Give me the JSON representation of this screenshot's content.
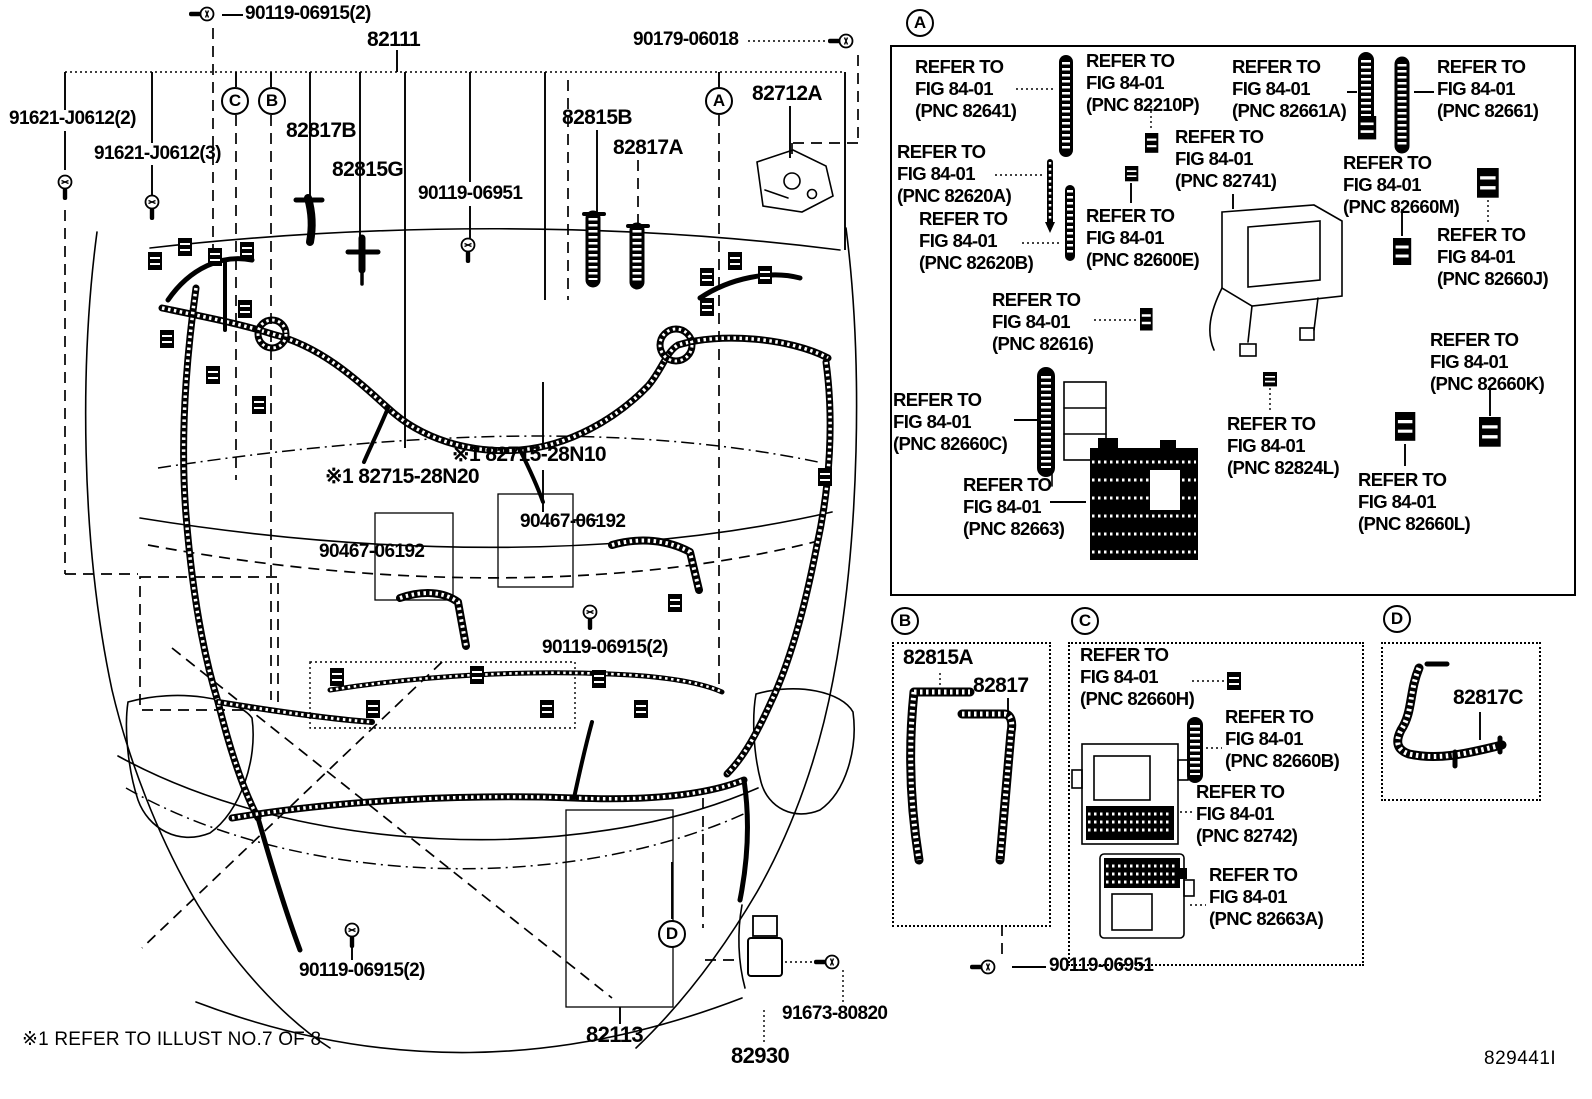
{
  "page": {
    "footnote": "※1 REFER TO ILLUST NO.7 OF 8",
    "drawing_code": "829441I"
  },
  "main": {
    "labels": [
      {
        "id": "bolt-top",
        "text": "90119-06915(2)"
      },
      {
        "id": "harness-82111",
        "text": "82111"
      },
      {
        "id": "clip-90179",
        "text": "90179-06018"
      },
      {
        "id": "bracket-82712a",
        "text": "82712A"
      },
      {
        "id": "bolt-91621-2",
        "text": "91621-J0612(2)"
      },
      {
        "id": "bolt-91621-3",
        "text": "91621-J0612(3)"
      },
      {
        "id": "part-82817b",
        "text": "82817B"
      },
      {
        "id": "part-82815b",
        "text": "82815B"
      },
      {
        "id": "part-82815g",
        "text": "82815G"
      },
      {
        "id": "part-82817a",
        "text": "82817A"
      },
      {
        "id": "bolt-90119-06951",
        "text": "90119-06951"
      },
      {
        "id": "part-82715-28n10",
        "text": "※1 82715-28N10"
      },
      {
        "id": "part-82715-28n20",
        "text": "※1 82715-28N20"
      },
      {
        "id": "part-90467-upper",
        "text": "90467-06192"
      },
      {
        "id": "part-90467-lower",
        "text": "90467-06192"
      },
      {
        "id": "bolt-mid",
        "text": "90119-06915(2)"
      },
      {
        "id": "bolt-bottom-left",
        "text": "90119-06915(2)"
      },
      {
        "id": "part-82113",
        "text": "82113"
      },
      {
        "id": "part-82930",
        "text": "82930"
      },
      {
        "id": "bolt-91673",
        "text": "91673-80820"
      },
      {
        "id": "bolt-panel-b",
        "text": "90119-06951"
      }
    ],
    "markers": [
      {
        "letter": "C"
      },
      {
        "letter": "B"
      },
      {
        "letter": "A"
      },
      {
        "letter": "D"
      }
    ]
  },
  "panels": {
    "a": {
      "letter": "A",
      "refs": [
        {
          "lines": [
            "REFER TO",
            "FIG 84-01",
            "(PNC 82641)"
          ]
        },
        {
          "lines": [
            "REFER TO",
            "FIG 84-01",
            "(PNC 82210P)"
          ]
        },
        {
          "lines": [
            "REFER TO",
            "FIG 84-01",
            "(PNC 82661A)"
          ]
        },
        {
          "lines": [
            "REFER TO",
            "FIG 84-01",
            "(PNC 82661)"
          ]
        },
        {
          "lines": [
            "REFER TO",
            "FIG 84-01",
            "(PNC 82620A)"
          ]
        },
        {
          "lines": [
            "REFER TO",
            "FIG 84-01",
            "(PNC 82741)"
          ]
        },
        {
          "lines": [
            "REFER TO",
            "FIG 84-01",
            "(PNC 82660M)"
          ]
        },
        {
          "lines": [
            "REFER TO",
            "FIG 84-01",
            "(PNC 82620B)"
          ]
        },
        {
          "lines": [
            "REFER TO",
            "FIG 84-01",
            "(PNC 82600E)"
          ]
        },
        {
          "lines": [
            "REFER TO",
            "FIG 84-01",
            "(PNC 82660J)"
          ]
        },
        {
          "lines": [
            "REFER TO",
            "FIG 84-01",
            "(PNC 82616)"
          ]
        },
        {
          "lines": [
            "REFER TO",
            "FIG 84-01",
            "(PNC 82660C)"
          ]
        },
        {
          "lines": [
            "REFER TO",
            "FIG 84-01",
            "(PNC 82824L)"
          ]
        },
        {
          "lines": [
            "REFER TO",
            "FIG 84-01",
            "(PNC 82663)"
          ]
        },
        {
          "lines": [
            "REFER TO",
            "FIG 84-01",
            "(PNC 82660K)"
          ]
        },
        {
          "lines": [
            "REFER TO",
            "FIG 84-01",
            "(PNC 82660L)"
          ]
        }
      ]
    },
    "b": {
      "letter": "B",
      "parts": [
        {
          "text": "82815A"
        },
        {
          "text": "82817"
        }
      ]
    },
    "c": {
      "letter": "C",
      "refs": [
        {
          "lines": [
            "REFER TO",
            "FIG 84-01",
            "(PNC 82660H)"
          ]
        },
        {
          "lines": [
            "REFER TO",
            "FIG 84-01",
            "(PNC 82660B)"
          ]
        },
        {
          "lines": [
            "REFER TO",
            "FIG 84-01",
            "(PNC 82742)"
          ]
        },
        {
          "lines": [
            "REFER TO",
            "FIG 84-01",
            "(PNC 82663A)"
          ]
        }
      ]
    },
    "d": {
      "letter": "D",
      "part": "82817C"
    }
  }
}
